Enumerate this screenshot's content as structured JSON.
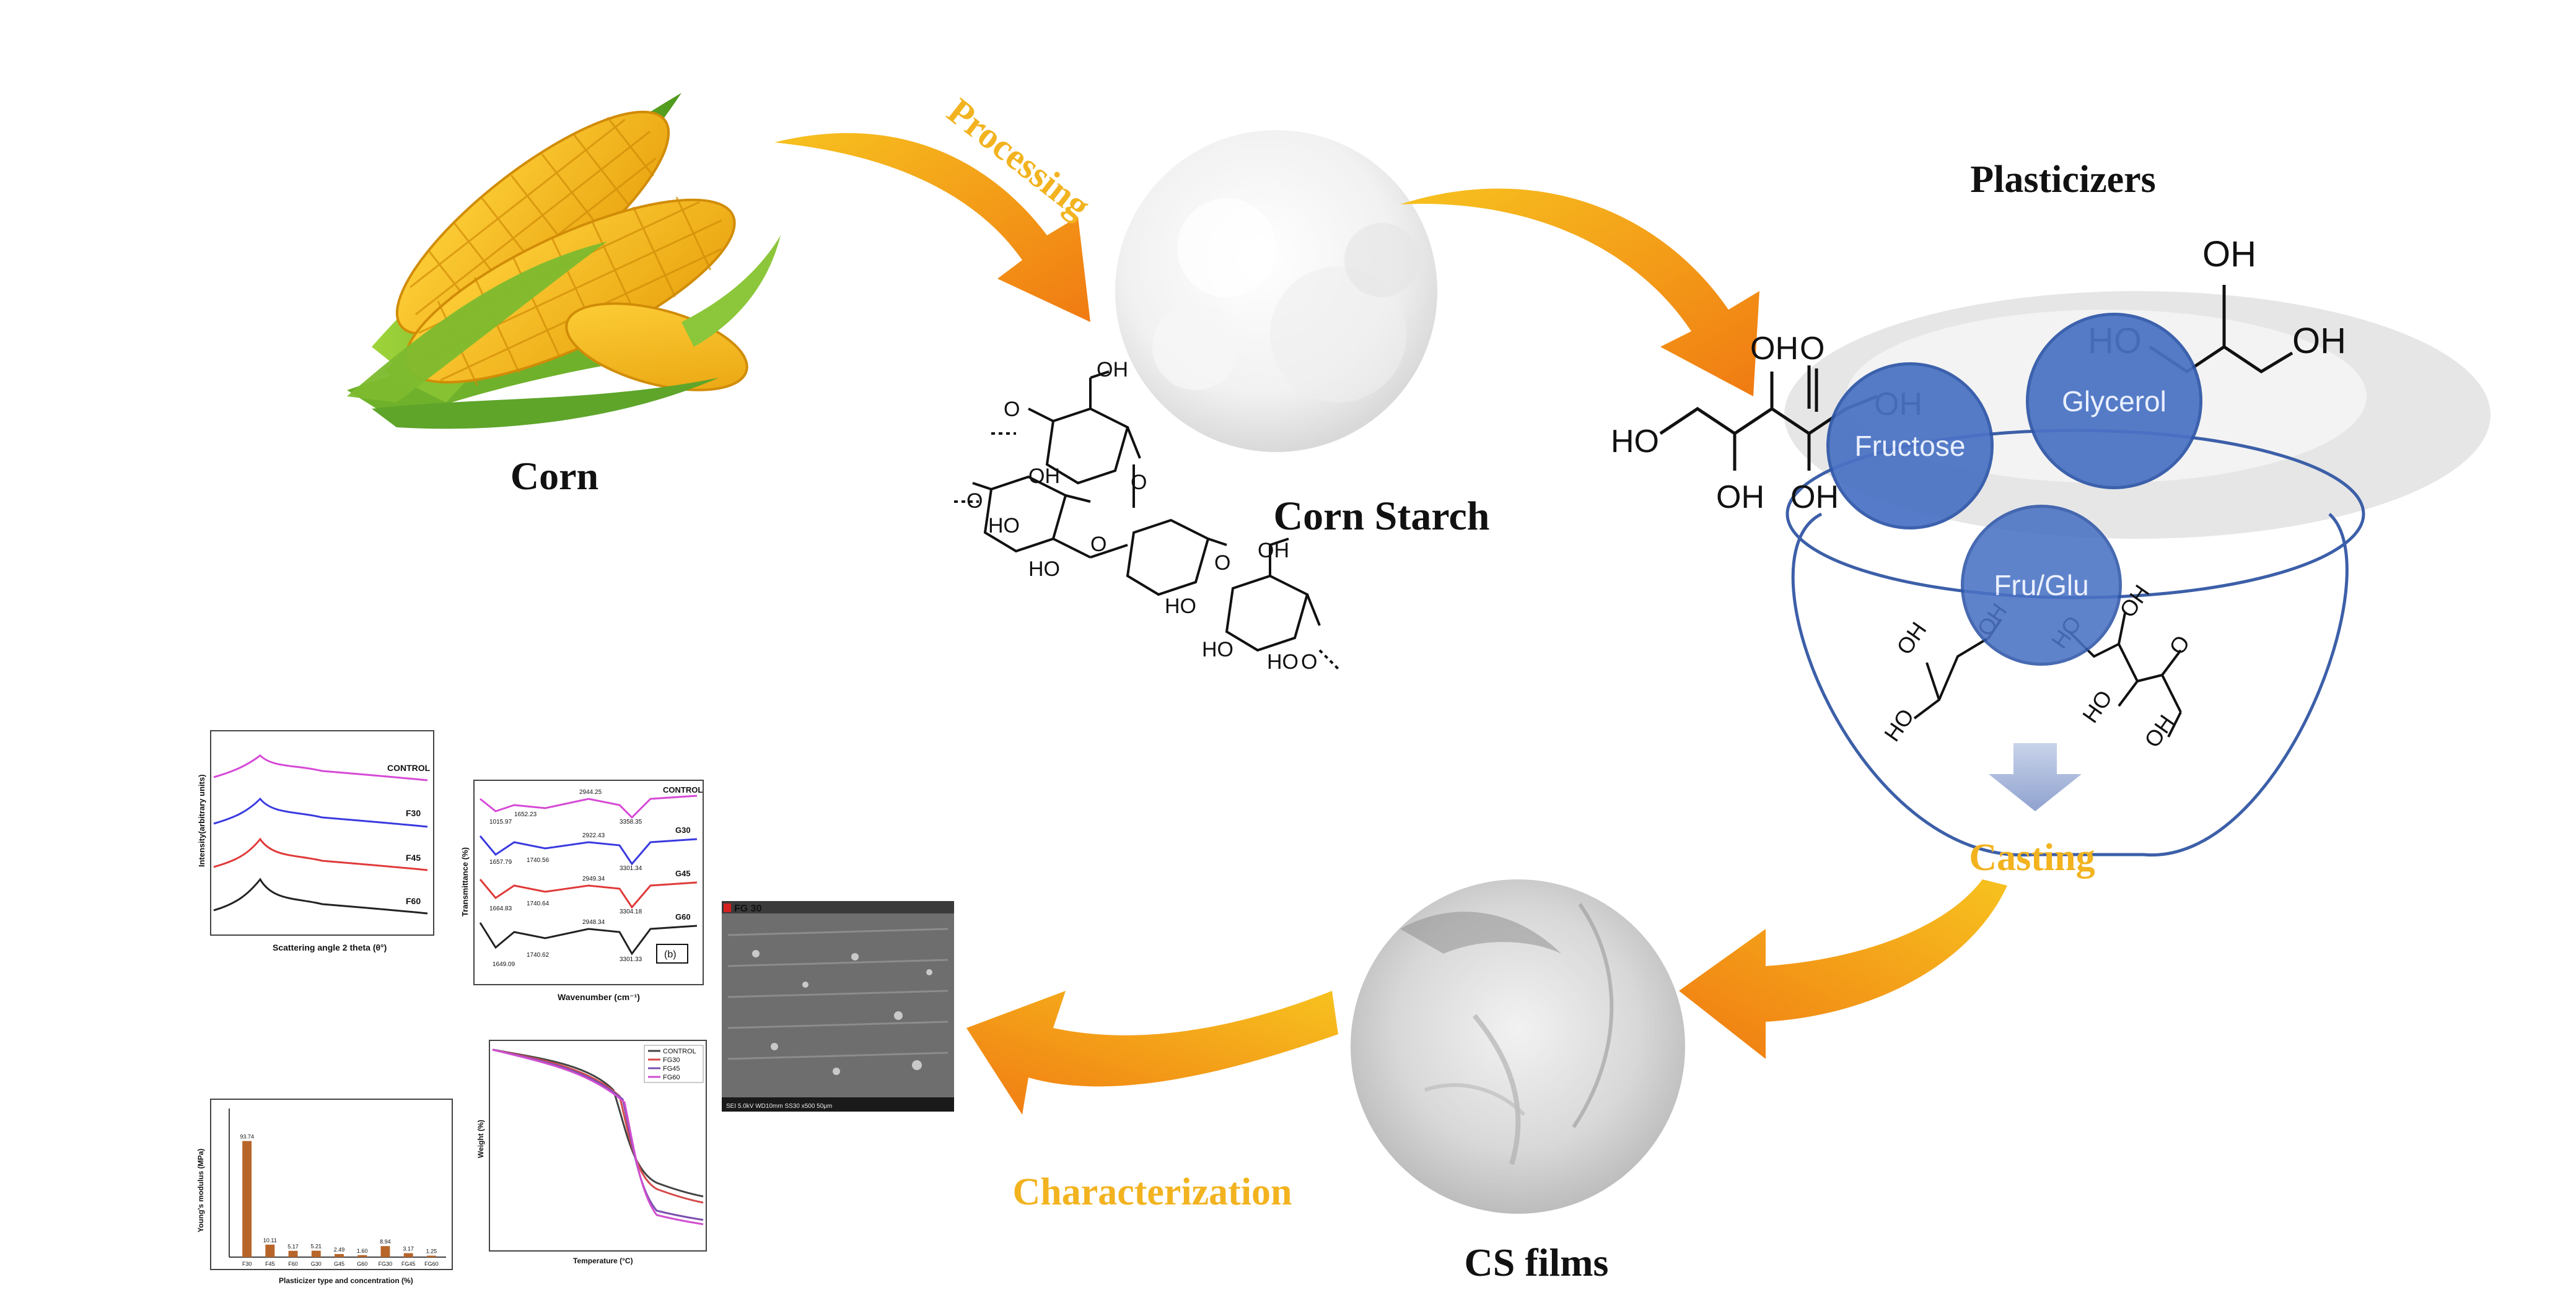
{
  "labels": {
    "corn": "Corn",
    "corn_starch": "Corn Starch",
    "plasticizers": "Plasticizers",
    "cs_films": "CS films"
  },
  "flow_steps": {
    "processing": "Processing",
    "casting": "Casting",
    "characterization": "Characterization"
  },
  "plasticizer_bubbles": {
    "fructose": "Fructose",
    "glycerol": "Glycerol",
    "fru_glu": "Fru/Glu"
  },
  "chem_groups": {
    "oh": "OH",
    "ho": "HO",
    "o": "O"
  },
  "xrd_panel": {
    "series": [
      "CONTROL",
      "F30",
      "F45",
      "F60"
    ],
    "ylabel": "Intensity(arbitrary units)",
    "xlabel": "Scattering angle 2 theta (θ°)"
  },
  "ftir_panel": {
    "series": [
      "CONTROL",
      "G30",
      "G45",
      "G60"
    ],
    "panel_tag": "(b)",
    "ylabel": "Transmittance (%)",
    "xlabel": "Wavenumber (cm⁻¹)",
    "peak_labels": [
      "2944.25",
      "3358.35",
      "1652.23",
      "1015.97",
      "2922.43",
      "1740.56",
      "3301.34",
      "1657.79",
      "2949.34",
      "3304.18",
      "1740.64",
      "1664.83",
      "2948.34",
      "3301.33",
      "1740.62",
      "1649.09"
    ]
  },
  "sem_panel": {
    "tag": "FG 30",
    "footer": "SEI 5.0kV  WD10mm  SS30  x500  50μm"
  },
  "modulus_panel": {
    "ylabel": "Young's modulus (MPa)",
    "xlabel": "Plasticizer type and concentration (%)",
    "chart_data": {
      "type": "bar",
      "categories": [
        "F30",
        "F45",
        "F60",
        "G30",
        "G45",
        "G60",
        "FG30",
        "FG45",
        "FG60"
      ],
      "values": [
        93.74,
        10.1,
        5.1,
        5.2,
        2.5,
        1.6,
        8.9,
        3.2,
        1.2
      ],
      "ylim": [
        0,
        120
      ],
      "data_labels": [
        "93.74",
        "10.11",
        "5.17",
        "5.21",
        "2.49",
        "1.60",
        "8.94",
        "3.17",
        "1.25"
      ]
    }
  },
  "tga_panel": {
    "series": [
      "CONTROL",
      "FG30",
      "FG45",
      "FG60"
    ],
    "ylabel": "Weight (%)",
    "xlabel": "Temperature (°C)",
    "colors": [
      "#444444",
      "#d64a4a",
      "#7a4fb0",
      "#d04fd0"
    ]
  }
}
